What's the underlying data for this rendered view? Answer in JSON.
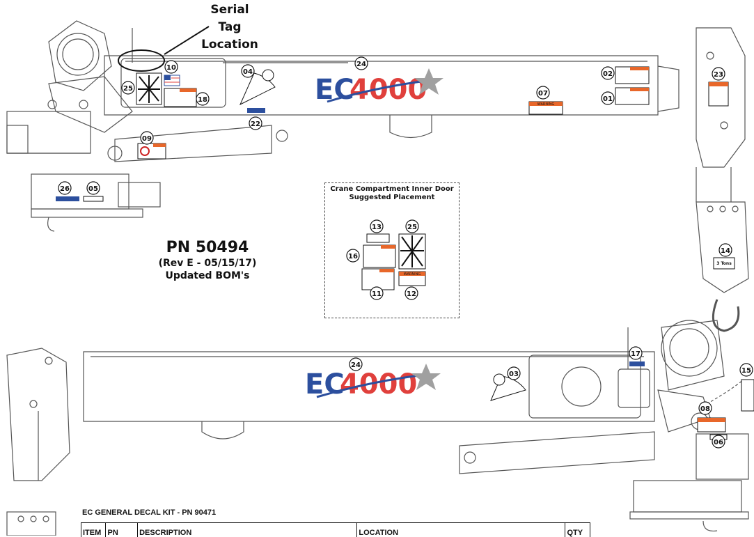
{
  "serial_tag": {
    "line1": "Serial",
    "line2": "Tag",
    "line3": "Location"
  },
  "part_number": {
    "pn": "PN 50494",
    "revision": "(Rev E - 05/15/17)",
    "note": "Updated BOM's"
  },
  "inner_door": {
    "title_line1": "Crane Compartment Inner Door",
    "title_line2": "Suggested Placement"
  },
  "logo": {
    "prefix": "EC",
    "number": "4000"
  },
  "callouts": {
    "c01": "01",
    "c02": "02",
    "c03": "03",
    "c04": "04",
    "c05": "05",
    "c06": "06",
    "c07": "07",
    "c08": "08",
    "c09": "09",
    "c10": "10",
    "c11": "11",
    "c12": "12",
    "c13": "13",
    "c14": "14",
    "c15": "15",
    "c16": "16",
    "c17": "17",
    "c18": "18",
    "c22": "22",
    "c23": "23",
    "c24a": "24",
    "c24b": "24",
    "c25a": "25",
    "c25b": "25",
    "c26": "26"
  },
  "decal_text": {
    "warning": "WARNING",
    "tons": "3 Tons"
  },
  "kit": {
    "title": "EC GENERAL DECAL KIT - PN 90471",
    "columns": [
      "ITEM",
      "PN",
      "DESCRIPTION",
      "LOCATION",
      "QTY"
    ]
  },
  "colors": {
    "logo_blue": "#2c4f9e",
    "logo_red": "#e0403c",
    "star_gray": "#a0a0a0",
    "warning_orange": "#e8672a"
  }
}
